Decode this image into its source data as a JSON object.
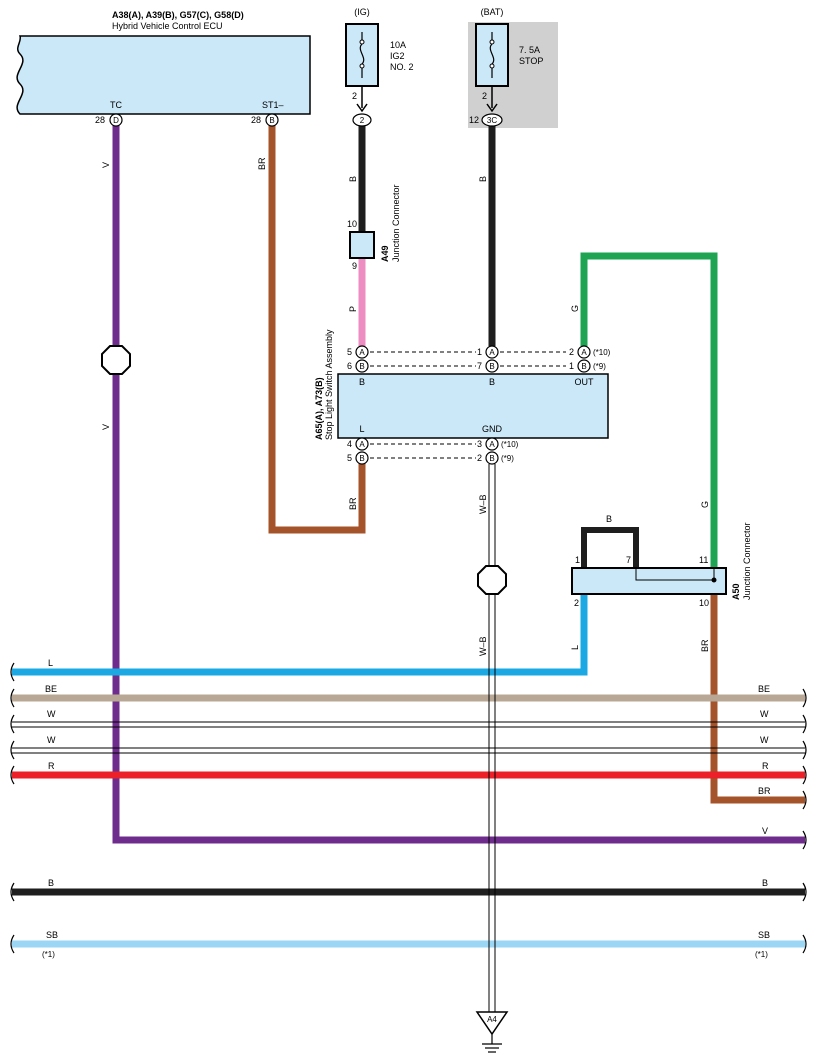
{
  "ecu": {
    "ref": "A38(A), A39(B), G57(C), G58(D)",
    "name": "Hybrid Vehicle Control ECU",
    "pins": [
      {
        "num": "28",
        "letter": "D",
        "func": "TC"
      },
      {
        "num": "28",
        "letter": "B",
        "func": "ST1–"
      }
    ]
  },
  "fuses": {
    "ig": {
      "source": "(IG)",
      "rating": "10A",
      "name1": "IG2",
      "name2": "NO. 2",
      "pin": "2",
      "conn_num": "",
      "conn": "2"
    },
    "bat": {
      "source": "(BAT)",
      "rating": "7. 5A",
      "name1": "STOP",
      "pin": "2",
      "conn_num": "12",
      "conn": "3C"
    }
  },
  "junction_a49": {
    "id": "A49",
    "name": "Junction Connector",
    "pin_top": "10",
    "pin_bottom": "9"
  },
  "stop_switch": {
    "id": "A65(A), A73(B)",
    "name": "Stop Light Switch Assembly",
    "labels": {
      "b_left": "B",
      "b_mid": "B",
      "out": "OUT",
      "l": "L",
      "gnd": "GND"
    },
    "left_pins": [
      {
        "num": "5",
        "letter": "A"
      },
      {
        "num": "6",
        "letter": "B"
      },
      {
        "num": "4",
        "letter": "A"
      },
      {
        "num": "5",
        "letter": "B"
      }
    ],
    "mid_pins": [
      {
        "num": "1",
        "letter": "A"
      },
      {
        "num": "7",
        "letter": "B"
      },
      {
        "num": "3",
        "letter": "A"
      },
      {
        "num": "2",
        "letter": "B"
      }
    ],
    "right_pins": [
      {
        "num": "2",
        "letter": "A",
        "note": "(*10)"
      },
      {
        "num": "1",
        "letter": "B",
        "note": "(*9)"
      }
    ],
    "gnd_notes": [
      "(*10)",
      "(*9)"
    ]
  },
  "junction_a50": {
    "id": "A50",
    "name": "Junction Connector",
    "pins": [
      "1",
      "7",
      "11",
      "2",
      "10"
    ],
    "jumper": "B"
  },
  "wire_labels": {
    "v": "V",
    "br": "BR",
    "b": "B",
    "p": "P",
    "g": "G",
    "wb": "W–B",
    "l": "L"
  },
  "buses": [
    {
      "left": "L",
      "right": "",
      "note": ""
    },
    {
      "left": "BE",
      "right": "BE",
      "note": ""
    },
    {
      "left": "W",
      "right": "W",
      "note": ""
    },
    {
      "left": "W",
      "right": "W",
      "note": ""
    },
    {
      "left": "R",
      "right": "R",
      "note": ""
    },
    {
      "left": "",
      "right": "BR",
      "note": ""
    },
    {
      "left": "",
      "right": "V",
      "note": ""
    },
    {
      "left": "B",
      "right": "B",
      "note": ""
    },
    {
      "left": "SB",
      "right": "SB",
      "note": "(*1)"
    }
  ],
  "ground": {
    "id": "A4"
  },
  "colors": {
    "box_fill": "#cbe8f8",
    "violet": "#6e2c8c",
    "brown": "#a5532a",
    "black": "#1e1e1e",
    "pink": "#ee8dc2",
    "green": "#1ea453",
    "blue": "#1ba8e3",
    "beige": "#b8a795",
    "red": "#ec2028",
    "skyblue": "#9bd6f5",
    "gray_bg": "#d0d0d0"
  }
}
